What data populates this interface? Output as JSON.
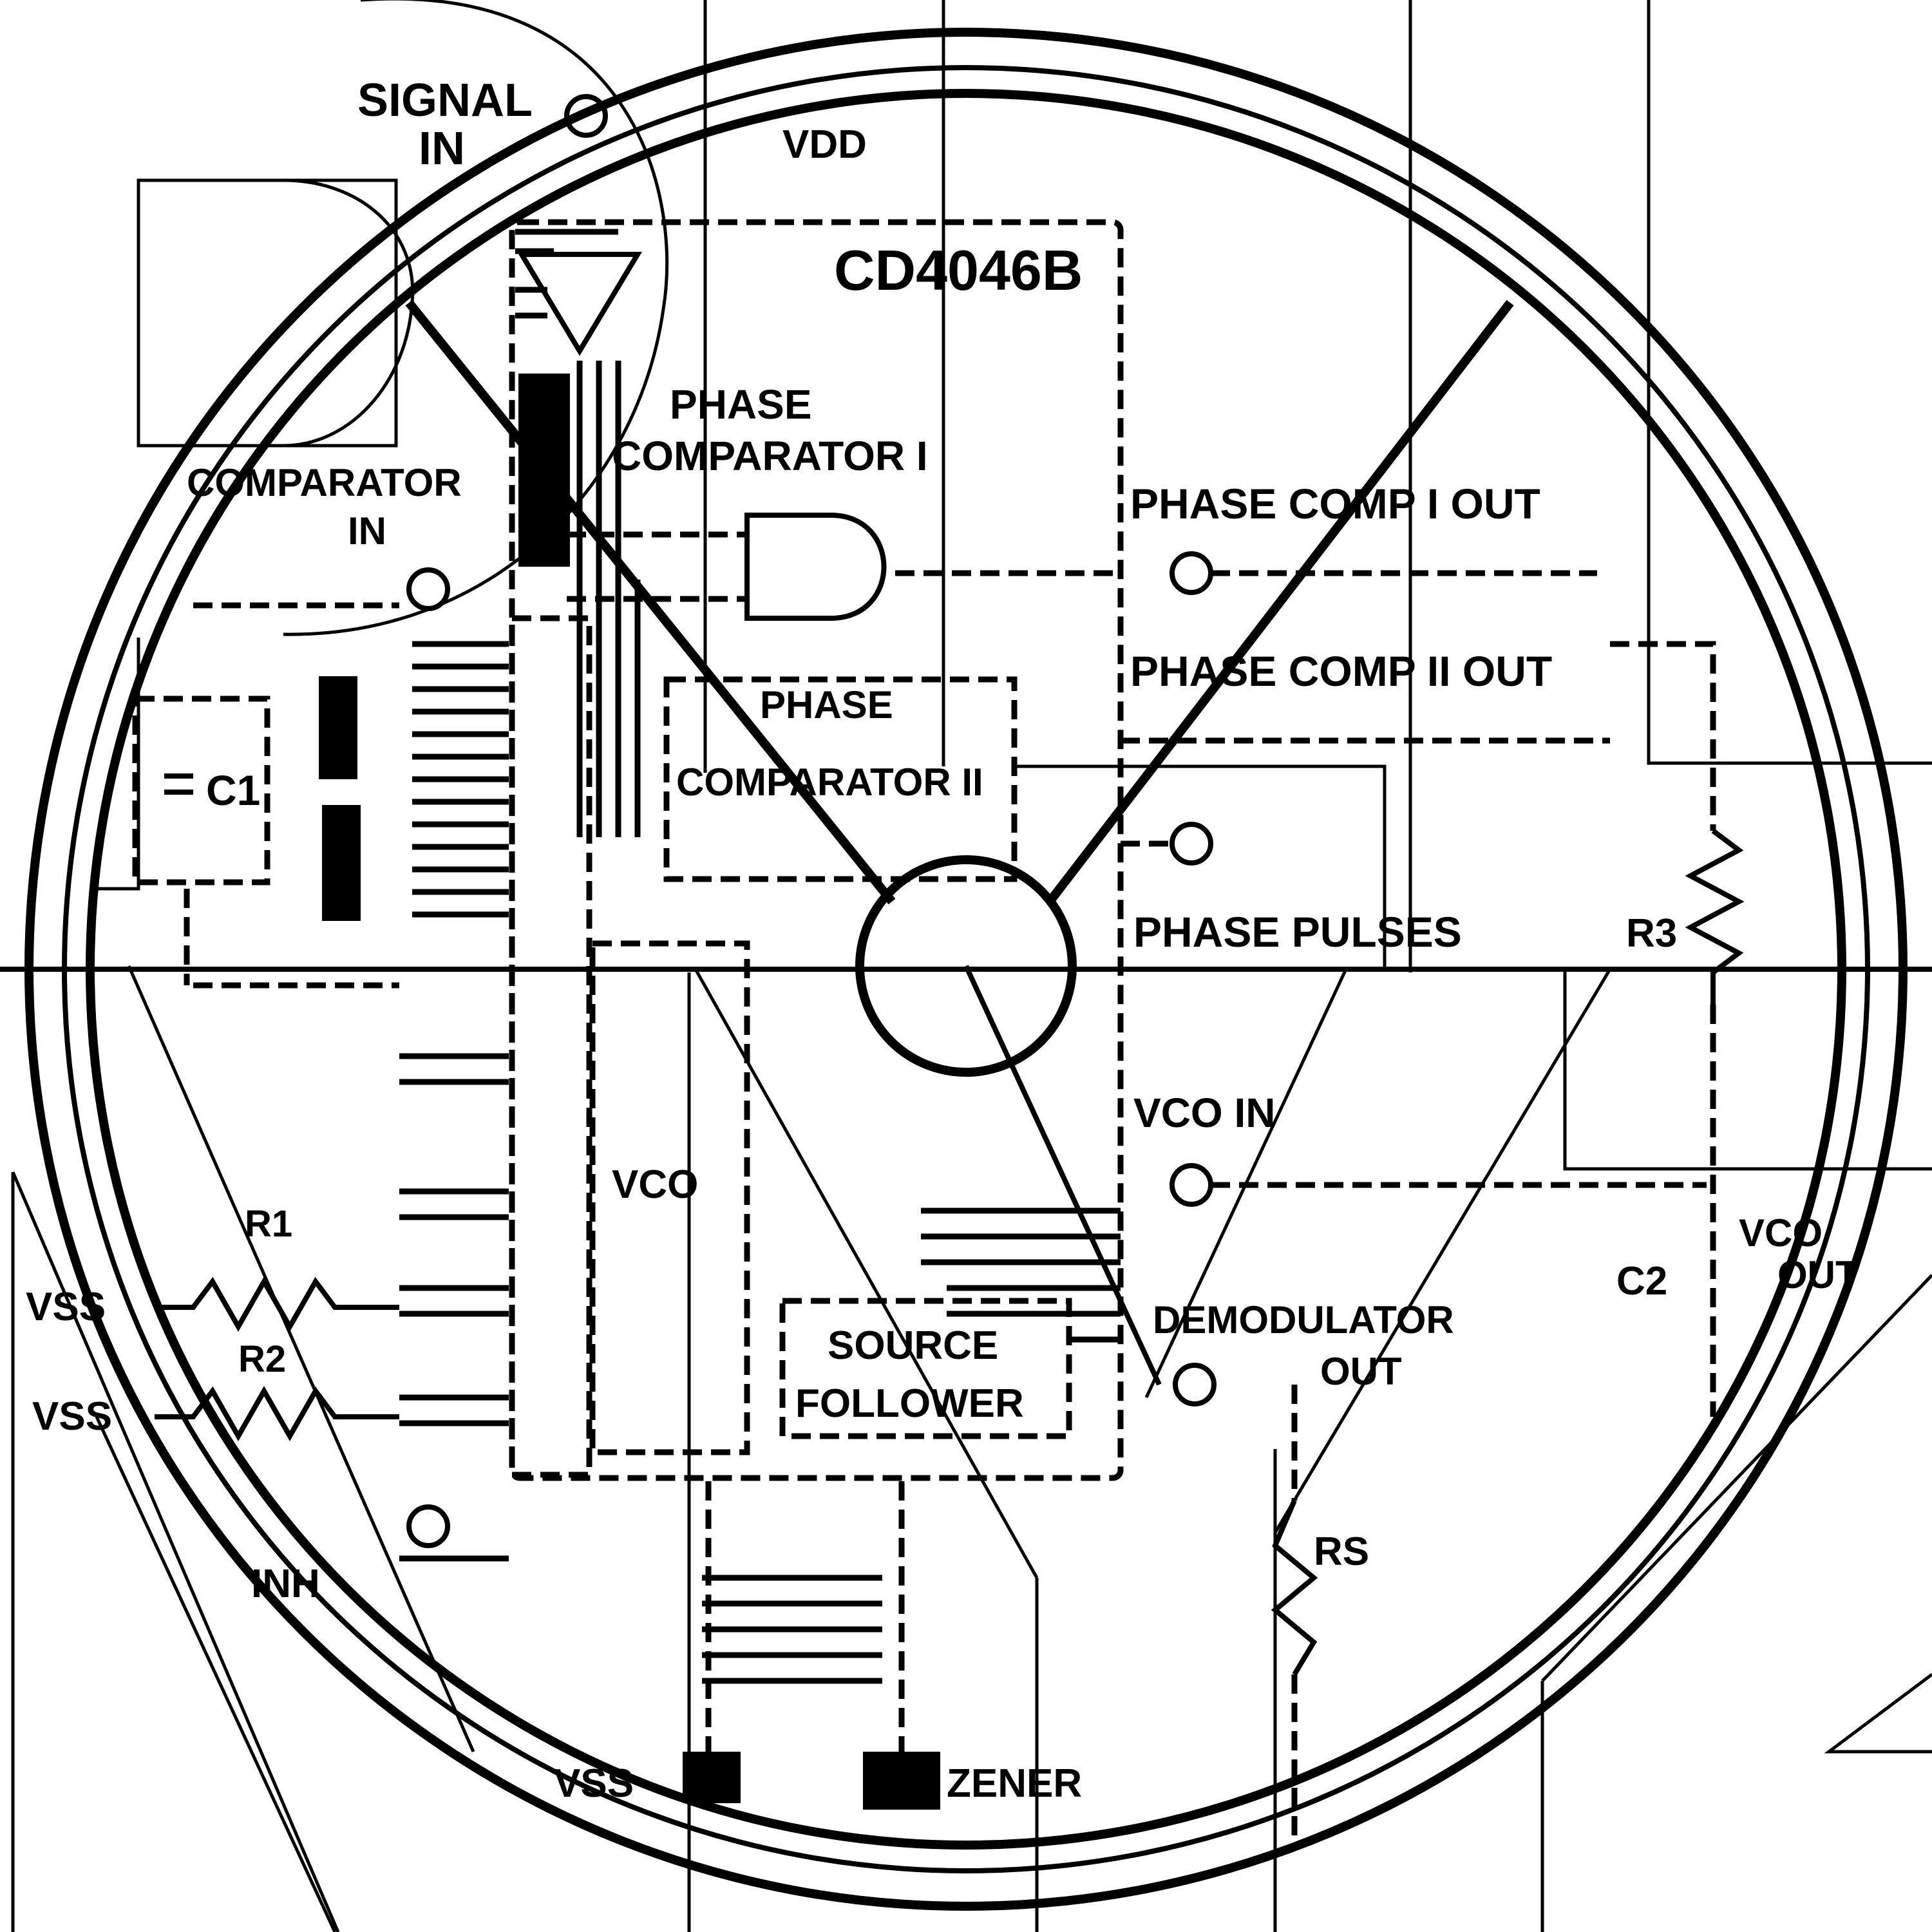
{
  "diagram": {
    "labels": {
      "signal_in": "SIGNAL\nIN",
      "vdd_top": "VDD",
      "chip": "CD4046B",
      "phase_comparator_1": "PHASE\nCOMPARATOR I",
      "comparator_in": "COMPARATOR\nIN",
      "phase_comp1_out": "PHASE COMP I OUT",
      "phase_comp2_out": "PHASE COMP II OUT",
      "phase_comparator_2": "PHASE\nCOMPARATOR II",
      "phase_pulses": "PHASE PULSES",
      "r3": "R3",
      "c1": "C1",
      "inh": "INH",
      "vco_in": "VCO IN",
      "vco": "VCO",
      "r1": "R1",
      "r2": "R2",
      "vss_r1": "VSS",
      "vss_r2": "VSS",
      "c2": "C2",
      "source_follower": "SOURCE\nFOLLOWER",
      "demodulator_out": "DEMODULATOR\nOUT",
      "rs": "RS",
      "vss_bottom": "VSS",
      "zener": "ZENER",
      "vco_out": "VCO\nOUT"
    },
    "colors": {
      "ink": "#000000",
      "paper": "#ffffff"
    }
  }
}
